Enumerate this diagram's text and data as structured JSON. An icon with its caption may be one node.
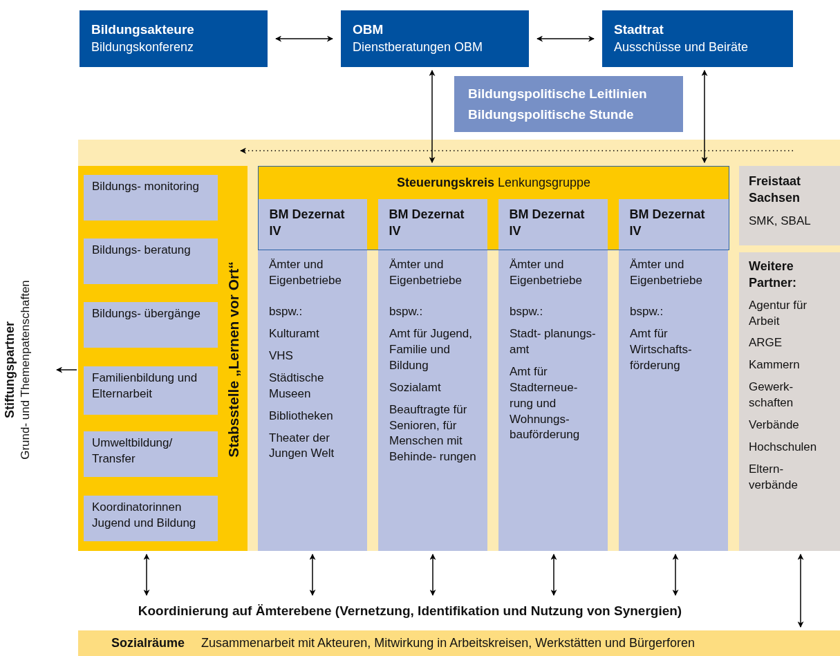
{
  "diagram": {
    "nodes": [
      {
        "text": [
          "Bildungsakteure",
          "Bildungskonferenz"
        ]
      },
      {
        "text": [
          "OBM",
          "Dienstberatungen OBM"
        ]
      },
      {
        "text": [
          "Stadtrat",
          "Ausschüsse und Beiräte"
        ]
      },
      {
        "text": [
          "Bildungspolitische Leitlinien",
          "Bildungspolitische Stunde"
        ]
      },
      {
        "text": [
          "Stabsstelle „Lernen vor Ort“"
        ]
      },
      {
        "text": [
          "Bildungs- monitoring"
        ],
        "in": 4
      },
      {
        "text": [
          "Bildungs- beratung"
        ],
        "in": 4
      },
      {
        "text": [
          "Bildungs- übergänge"
        ],
        "in": 4
      },
      {
        "text": [
          "Familienbildung und Elternarbeit"
        ],
        "in": 4
      },
      {
        "text": [
          "Umweltbildung/ Transfer"
        ],
        "in": 4
      },
      {
        "text": [
          "Koordinatorinnen Jugend und Bildung"
        ],
        "in": 4
      },
      {
        "text": [
          "**Steuerungskreis** Lenkungsgruppe"
        ]
      },
      {
        "text": [
          "BM Dezernat IV"
        ],
        "in": 11
      },
      {
        "text": [
          "BM Dezernat IV"
        ],
        "in": 11
      },
      {
        "text": [
          "BM Dezernat IV"
        ],
        "in": 11
      },
      {
        "text": [
          "BM Dezernat IV"
        ],
        "in": 11
      },
      {
        "text": [
          "Ämter und Eigenbetriebe",
          "bspw.:",
          "Kulturamt",
          "VHS",
          "Städtische Museen",
          "Bibliotheken",
          "Theater der Jungen Welt"
        ]
      },
      {
        "text": [
          "Ämter und Eigenbetriebe",
          "bspw.:",
          "Amt für Jugend, Familie und Bildung",
          "Sozialamt",
          "Beauftragte für Senioren, für Menschen mit Behinde- rungen"
        ]
      },
      {
        "text": [
          "Ämter und Eigenbetriebe",
          "bspw.:",
          "Stadt- planungs- amt",
          "Amt für Stadterneue- rung und Wohnungs- bauförderung"
        ]
      },
      {
        "text": [
          "Ämter und Eigenbetriebe",
          "bspw.:",
          "Amt für Wirtschafts- förderung"
        ]
      },
      {
        "text": [
          "Freistaat Sachsen",
          "SMK, SBAL"
        ]
      },
      {
        "text": [
          "Weitere Partner:",
          "Agentur für Arbeit",
          "ARGE",
          "Kammern",
          "Gewerk- schaften",
          "Verbände",
          "Hochschulen",
          "Eltern- verbände"
        ]
      },
      {
        "text": [
          "Stiftungspartner",
          "Grund- und Themenpatenschaften"
        ]
      },
      {
        "text": [
          "Koordinierung auf Ämterebene (Vernetzung, Identifikation und Nutzung von Synergien)"
        ]
      },
      {
        "text": [
          "Sozialräume",
          "Zusammenarbeit mit Akteuren, Mitwirkung in Arbeitskreisen, Werkstätten und Bürgerforen"
        ]
      }
    ],
    "edges": [
      {
        "from": 0,
        "to": 1,
        "arrow": "both"
      },
      {
        "from": 1,
        "to": 2,
        "arrow": "both"
      },
      {
        "from": 1,
        "to": 11,
        "arrow": "both"
      },
      {
        "from": 2,
        "to": 11,
        "arrow": "both"
      },
      {
        "from": 4,
        "to": 22,
        "arrow": "to"
      },
      {
        "from": 4,
        "to": 23,
        "arrow": "both"
      },
      {
        "from": 16,
        "to": 23,
        "arrow": "both"
      },
      {
        "from": 17,
        "to": 23,
        "arrow": "both"
      },
      {
        "from": 18,
        "to": 23,
        "arrow": "both"
      },
      {
        "from": 19,
        "to": 23,
        "arrow": "both"
      },
      {
        "from": 21,
        "to": 24,
        "arrow": "both"
      }
    ]
  }
}
